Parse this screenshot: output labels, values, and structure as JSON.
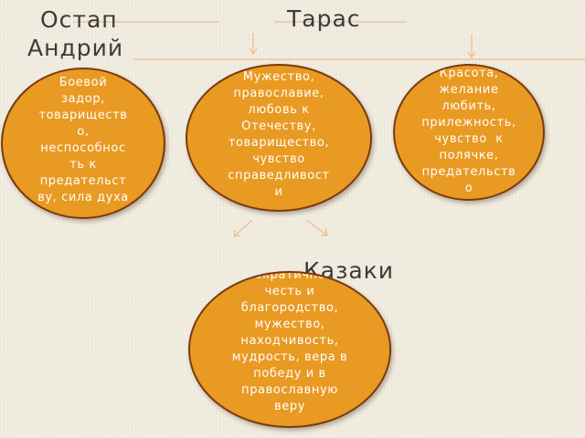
{
  "headings": {
    "ostap": "Остап",
    "andriy": "Андрий",
    "taras": "Тарас",
    "kazaki": "Казаки"
  },
  "ovals": {
    "andriy_left": "Боевой\nзадор,\nтовариществ\nо,\nнеспособнос\nть к\nпредательст\nву, сила духа",
    "taras_center": "Мужество,\nправославие,\nлюбовь к\nОтечеству,\nтоварищество,\nчувство\nсправедливост\nи",
    "andriy_right": "Красота,\nжелание\nлюбить,\nприлежность,\nчувство  к\nполячке,\nпредательств\nо",
    "kazaki_bottom": "Демократичность,\nчесть и\nблагородство,\nмужество,\nнаходчивость,\nмудрость, вера в\nпобеду и в\nправославную\nверу"
  },
  "colors": {
    "background": "#efebde",
    "oval_fill": "#e89a22",
    "oval_border": "#7a3a10",
    "connector": "#f3b07a",
    "heading_text": "#3b3b3b"
  }
}
